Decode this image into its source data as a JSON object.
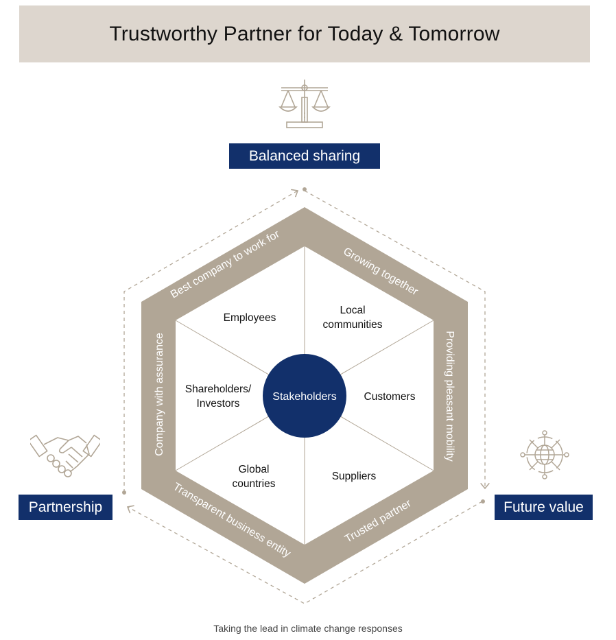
{
  "header": {
    "title": "Trustworthy Partner for Today & Tomorrow"
  },
  "labels": {
    "balanced_sharing": "Balanced sharing",
    "partnership": "Partnership",
    "future_value": "Future value"
  },
  "center": {
    "label": "Stakeholders"
  },
  "ring": {
    "top_left": "Best company to work for",
    "top_right": "Growing together",
    "right": "Providing pleasant mobility",
    "bottom_right": "Trusted partner",
    "bottom_left": "Transparent business entity",
    "left": "Company with assurance"
  },
  "sectors": {
    "employees": "Employees",
    "local_line1": "Local",
    "local_line2": "communities",
    "customers": "Customers",
    "suppliers": "Suppliers",
    "global_line1": "Global",
    "global_line2": "countries",
    "shareholders_line1": "Shareholders/",
    "shareholders_line2": "Investors"
  },
  "footer": {
    "text": "Taking the lead in climate change responses"
  },
  "icons": {
    "top": "balance-scale-icon",
    "left": "handshake-icon",
    "right": "globe-network-icon"
  },
  "colors": {
    "navy": "#12306b",
    "ring": "#b1a696",
    "header_band": "#ddd6ce"
  }
}
